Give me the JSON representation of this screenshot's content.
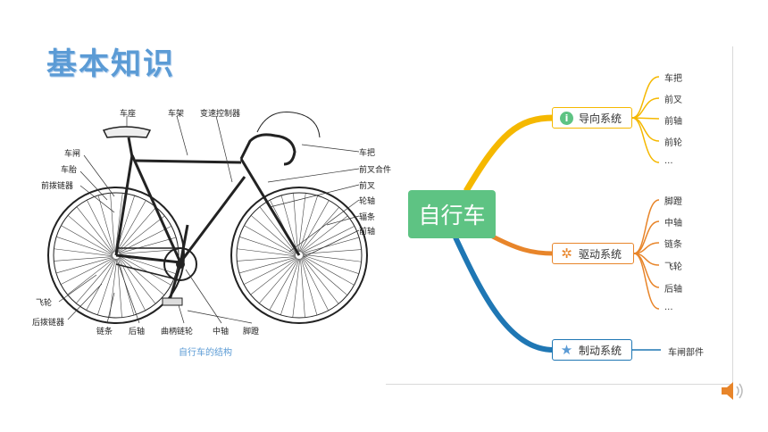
{
  "title": "基本知识",
  "bike": {
    "caption": "自行车的结构",
    "labels": {
      "saddle": "车座",
      "frame": "车架",
      "shifter": "变速控制器",
      "brake": "车闸",
      "tire": "车胎",
      "front_derailleur": "前拨链器",
      "handlebar": "车把",
      "headset": "前叉合件",
      "fork": "前叉",
      "hub": "轮轴",
      "spoke": "辐条",
      "front_axle": "前轴",
      "freewheel": "飞轮",
      "rear_derailleur": "后拨链器",
      "chain": "链条",
      "rear_axle": "后轴",
      "crank": "曲柄链轮",
      "bottom_bracket": "中轴",
      "pedal": "脚蹬"
    }
  },
  "mindmap": {
    "root": "自行车",
    "branches": [
      {
        "label": "导向系统",
        "icon": "info-icon",
        "color": "#f5b800",
        "children": [
          "车把",
          "前叉",
          "前轴",
          "前轮",
          "..."
        ]
      },
      {
        "label": "驱动系统",
        "icon": "gear-icon",
        "color": "#e8852a",
        "children": [
          "脚蹬",
          "中轴",
          "链条",
          "飞轮",
          "后轴",
          "..."
        ]
      },
      {
        "label": "制动系统",
        "icon": "star-icon",
        "color": "#1f77b4",
        "children": [
          "车闸部件"
        ]
      }
    ]
  },
  "colors": {
    "title": "#5b9bd5",
    "root": "#5ec383"
  }
}
